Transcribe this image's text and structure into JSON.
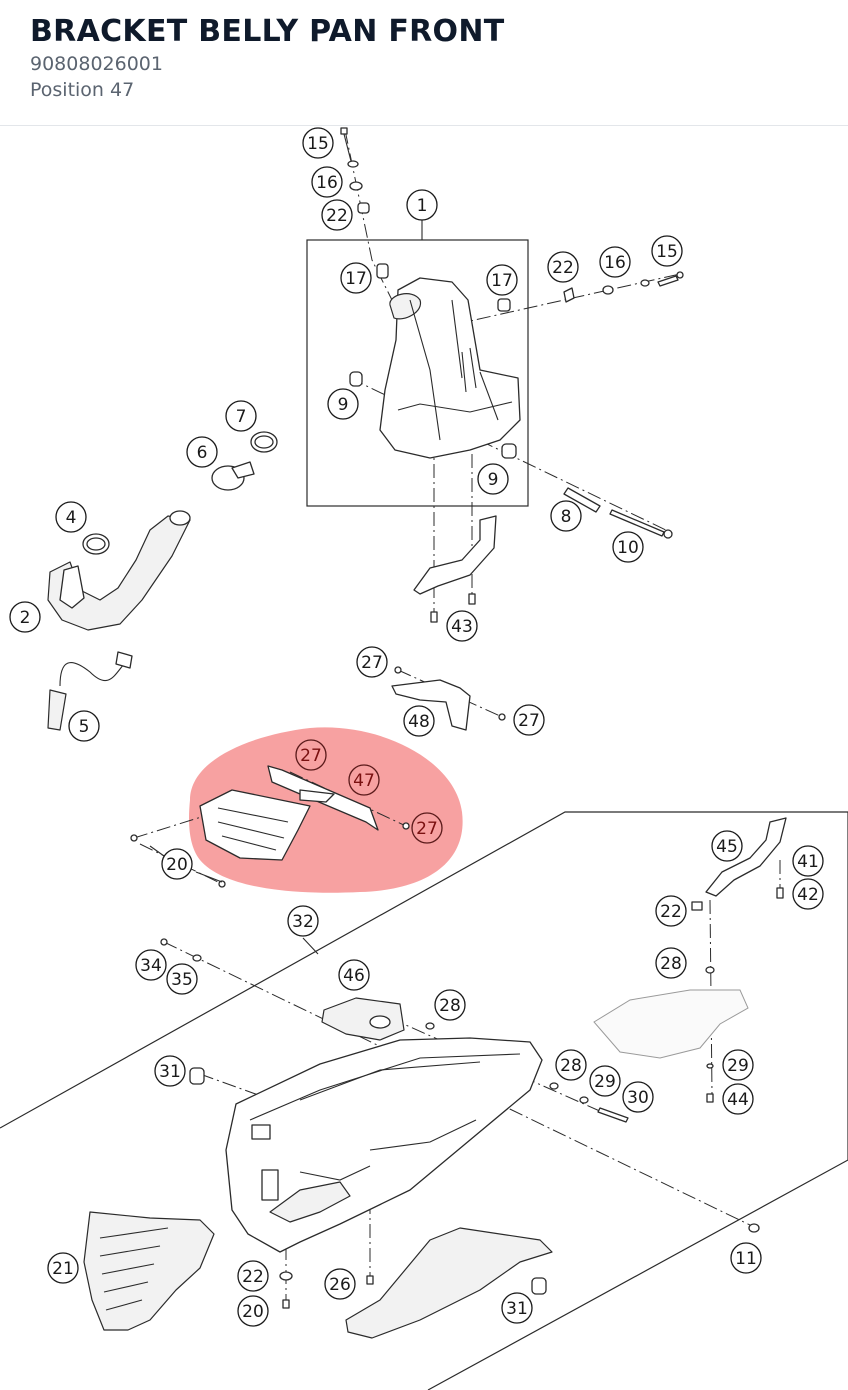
{
  "header": {
    "title": "BRACKET BELLY PAN FRONT",
    "part_number": "90808026001",
    "position": "Position 47"
  },
  "colors": {
    "highlight": "#f47d7d",
    "line": "#2b2b2b"
  },
  "highlight_label": "47",
  "callouts": [
    "15",
    "16",
    "22",
    "1",
    "17",
    "17",
    "22",
    "16",
    "15",
    "9",
    "7",
    "6",
    "9",
    "8",
    "10",
    "4",
    "2",
    "43",
    "5",
    "27",
    "48",
    "27",
    "27",
    "47",
    "27",
    "20",
    "32",
    "45",
    "41",
    "42",
    "22",
    "28",
    "34",
    "35",
    "46",
    "28",
    "31",
    "28",
    "29",
    "30",
    "29",
    "44",
    "21",
    "22",
    "20",
    "26",
    "31",
    "11"
  ]
}
